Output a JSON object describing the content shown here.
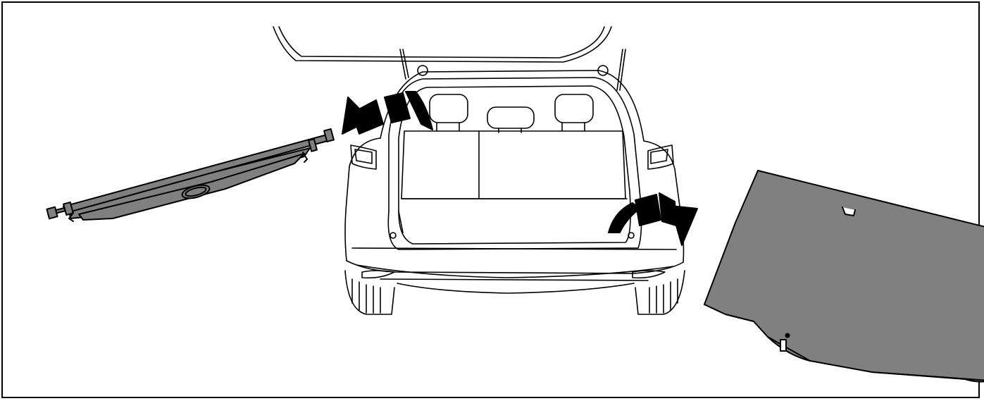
{
  "figure": {
    "description_free": true,
    "items": [
      {
        "id": "cover",
        "icon": "luggage-cover-roller-icon"
      },
      {
        "id": "vehicle",
        "icon": "suv-rear-open-tailgate-icon"
      },
      {
        "id": "mat",
        "icon": "cargo-floor-mat-icon"
      }
    ],
    "colors": {
      "line": "#000000",
      "fill_gray": "#808080",
      "background": "#ffffff"
    }
  }
}
